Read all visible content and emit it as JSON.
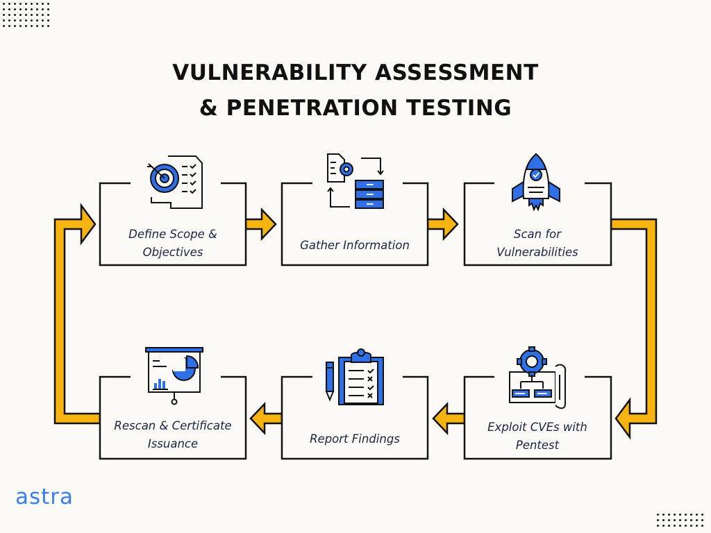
{
  "title": {
    "line1": "VULNERABILITY ASSESSMENT",
    "line2": "& PENETRATION TESTING"
  },
  "steps": [
    {
      "label": "Define Scope &\nObjectives",
      "icon": "target-checklist-icon"
    },
    {
      "label": "Gather Information",
      "icon": "gear-database-flow-icon"
    },
    {
      "label": "Scan for\nVulnerabilities",
      "icon": "rocket-shield-icon"
    },
    {
      "label": "Exploit CVEs with\nPentest",
      "icon": "gear-blueprint-icon"
    },
    {
      "label": "Report Findings",
      "icon": "clipboard-report-icon"
    },
    {
      "label": "Rescan & Certificate\nIssuance",
      "icon": "presentation-chart-icon"
    }
  ],
  "logo": "astra",
  "colors": {
    "accent_blue": "#2f6fe8",
    "arrow_yellow": "#f5b40f",
    "outline": "#111111",
    "background": "#fbfaf6",
    "text": "#1a2440"
  }
}
